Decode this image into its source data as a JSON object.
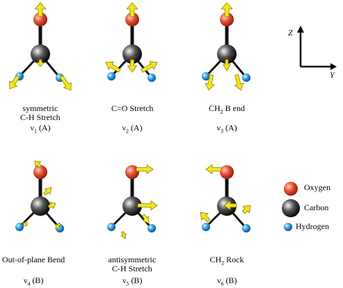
{
  "modes": [
    {
      "name_lines": [
        "symmetric",
        "C-H Stretch"
      ],
      "symbol": "ν",
      "index": "1",
      "sym": "(A)"
    },
    {
      "name_lines": [
        "C=O Stretch"
      ],
      "symbol": "ν",
      "index": "2",
      "sym": "(A)"
    },
    {
      "name_lines": [
        "CH",
        "B end"
      ],
      "name_sub": "2",
      "symbol": "ν",
      "index": "3",
      "sym": "(A)"
    },
    {
      "name_lines": [
        "Out-of-plane Bend"
      ],
      "symbol": "ν",
      "index": "4",
      "sym": "(B)"
    },
    {
      "name_lines": [
        "antisymmetric",
        "C-H Stretch"
      ],
      "symbol": "ν",
      "index": "5",
      "sym": "(B)"
    },
    {
      "name_lines": [
        "CH",
        "Rock"
      ],
      "name_sub": "2",
      "symbol": "ν",
      "index": "6",
      "sym": "(B)"
    }
  ],
  "axes": {
    "z": "Z",
    "y": "Y"
  },
  "legend": [
    {
      "label": "Oxygen",
      "color": "#e0402a"
    },
    {
      "label": "Carbon",
      "color": "#333333"
    },
    {
      "label": "Hydrogen",
      "color": "#2a9ee0"
    }
  ],
  "colors": {
    "arrow": "#f5e61a",
    "arrow_edge": "#8a7d00",
    "bond": "#111111"
  }
}
